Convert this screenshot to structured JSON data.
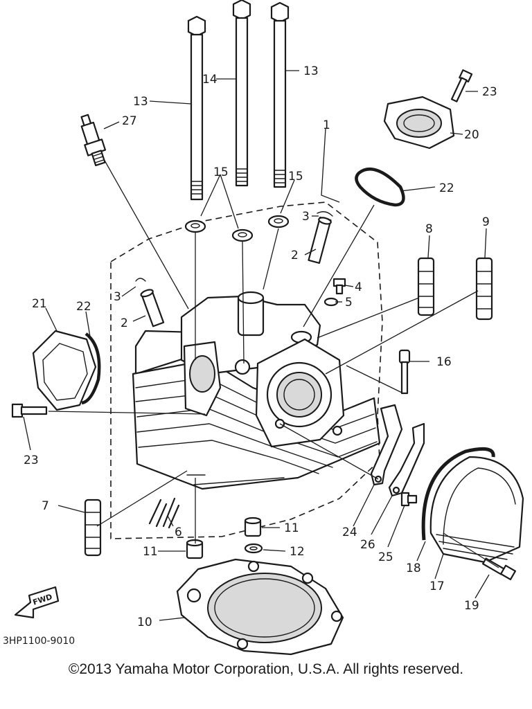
{
  "diagram": {
    "drawing_code": "3HP1100-9010",
    "fwd_label": "FWD",
    "callouts": [
      {
        "id": "c13a",
        "label": "13"
      },
      {
        "id": "c14",
        "label": "14"
      },
      {
        "id": "c13b",
        "label": "13"
      },
      {
        "id": "c27",
        "label": "27"
      },
      {
        "id": "c1",
        "label": "1"
      },
      {
        "id": "c15a",
        "label": "15"
      },
      {
        "id": "c15b",
        "label": "15"
      },
      {
        "id": "c23a",
        "label": "23"
      },
      {
        "id": "c20",
        "label": "20"
      },
      {
        "id": "c22a",
        "label": "22"
      },
      {
        "id": "c3a",
        "label": "3"
      },
      {
        "id": "c2a",
        "label": "2"
      },
      {
        "id": "c8",
        "label": "8"
      },
      {
        "id": "c9",
        "label": "9"
      },
      {
        "id": "c4",
        "label": "4"
      },
      {
        "id": "c5",
        "label": "5"
      },
      {
        "id": "c3b",
        "label": "3"
      },
      {
        "id": "c2b",
        "label": "2"
      },
      {
        "id": "c21",
        "label": "21"
      },
      {
        "id": "c22b",
        "label": "22"
      },
      {
        "id": "c16",
        "label": "16"
      },
      {
        "id": "c23b",
        "label": "23"
      },
      {
        "id": "c7",
        "label": "7"
      },
      {
        "id": "c6",
        "label": "6"
      },
      {
        "id": "c11a",
        "label": "11"
      },
      {
        "id": "c11b",
        "label": "11"
      },
      {
        "id": "c12",
        "label": "12"
      },
      {
        "id": "c24",
        "label": "24"
      },
      {
        "id": "c26",
        "label": "26"
      },
      {
        "id": "c25",
        "label": "25"
      },
      {
        "id": "c18",
        "label": "18"
      },
      {
        "id": "c17",
        "label": "17"
      },
      {
        "id": "c19",
        "label": "19"
      },
      {
        "id": "c10",
        "label": "10"
      }
    ]
  },
  "footer": {
    "copyright": "©2013 Yamaha Motor Corporation, U.S.A. All rights reserved."
  }
}
